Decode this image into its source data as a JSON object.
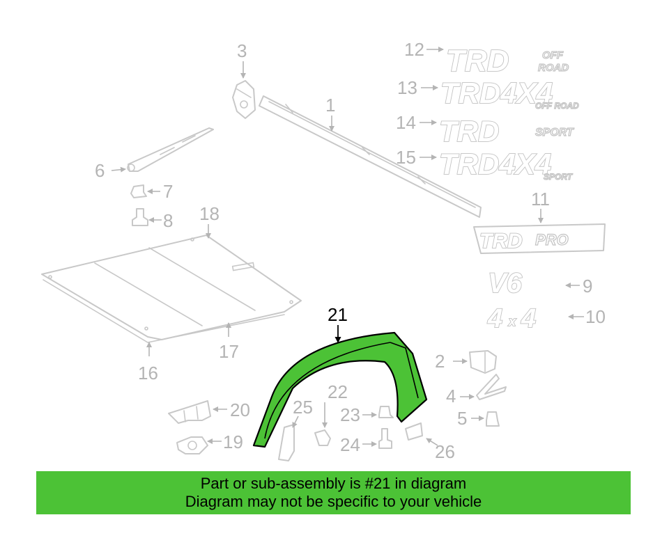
{
  "diagram": {
    "highlighted_part": "21",
    "highlight_color": "#4cc236",
    "callouts": {
      "c1": "1",
      "c2": "2",
      "c3": "3",
      "c4": "4",
      "c5": "5",
      "c6": "6",
      "c7": "7",
      "c8": "8",
      "c9": "9",
      "c10": "10",
      "c11": "11",
      "c12": "12",
      "c13": "13",
      "c14": "14",
      "c15": "15",
      "c16": "16",
      "c17": "17",
      "c18": "18",
      "c19": "19",
      "c20": "20",
      "c21": "21",
      "c22": "22",
      "c23": "23",
      "c24": "24",
      "c25": "25",
      "c26": "26"
    },
    "emblems": {
      "e12_main": "TRD",
      "e12_sub1": "OFF",
      "e12_sub2": "ROAD",
      "e13_main": "TRD4X4",
      "e13_sub": "OFF ROAD",
      "e14_main": "TRD",
      "e14_sub": "SPORT",
      "e15_main": "TRD4X4",
      "e15_sub": "SPORT",
      "e11_main": "TRD",
      "e11_sub": "PRO",
      "e9": "V6",
      "e10_a": "4",
      "e10_x": "x",
      "e10_b": "4"
    }
  },
  "banner": {
    "line1": "Part or sub-assembly is #21 in diagram",
    "line2": "Diagram may not be specific to your vehicle"
  }
}
